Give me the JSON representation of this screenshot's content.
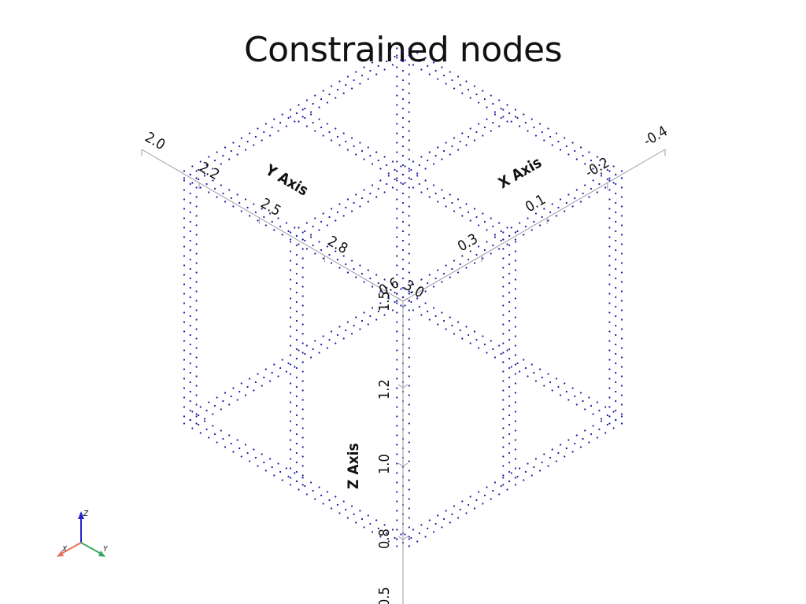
{
  "title": "Constrained nodes",
  "x_axis": {
    "title": "X Axis",
    "ticks": [
      "-0.4",
      "-0.2",
      "0.1",
      "0.3",
      "0.6"
    ]
  },
  "y_axis": {
    "title": "Y Axis",
    "ticks": [
      "2.0",
      "2.2",
      "2.5",
      "2.8",
      "3.0"
    ]
  },
  "z_axis": {
    "title": "Z Axis",
    "ticks": [
      "1.5",
      "1.2",
      "1.0",
      "0.8",
      "0.5"
    ]
  },
  "orientation_widget": {
    "x_label": "X",
    "y_label": "Y",
    "z_label": "Z",
    "colors": {
      "x": "#e8735a",
      "y": "#3aa860",
      "z": "#2323c8"
    }
  },
  "colors": {
    "nodes": "#1a1aa0",
    "axes": "#9a9aa6",
    "background": "#ffffff"
  }
}
